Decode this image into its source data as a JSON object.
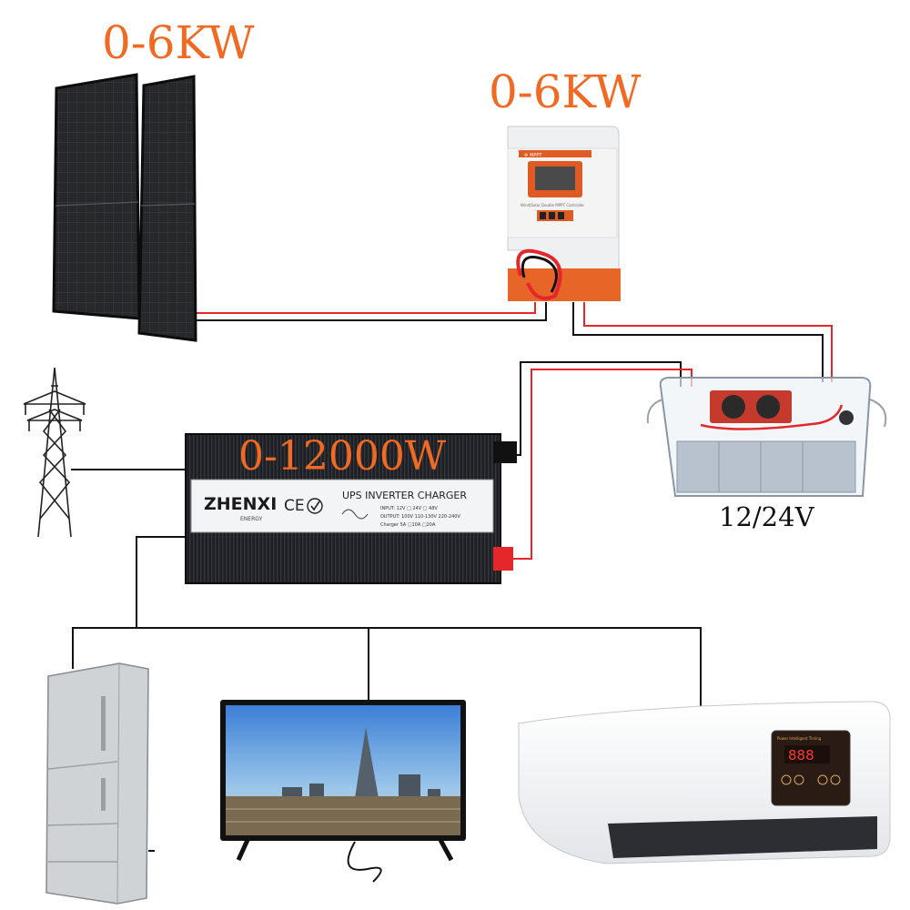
{
  "labels": {
    "solar_power": "0-6KW",
    "controller_power": "0-6KW",
    "inverter_power": "0-12000W",
    "battery_voltage": "12/24V"
  },
  "controller": {
    "brand_text": "⚙ MPPT",
    "description_text": "Wind/Solar Double MPPT Controller"
  },
  "inverter": {
    "brand": "ZHENXI",
    "brand_sub": "ENERGY",
    "ce_mark": "CE",
    "title": "UPS INVERTER CHARGER",
    "spec_input": "INPUT:  12V  □ 24V  □ 48V",
    "spec_output": "OUTPUT: 100V  110-130V  220-240V",
    "spec_charger": "Charger  5A  □10A □20A"
  },
  "ac_unit": {
    "display_value": "888",
    "panel_text": "Power  Intelligent  Timing"
  },
  "colors": {
    "label_orange": "#f06a24",
    "wire_red": "#e5262a",
    "wire_black": "#111111"
  }
}
